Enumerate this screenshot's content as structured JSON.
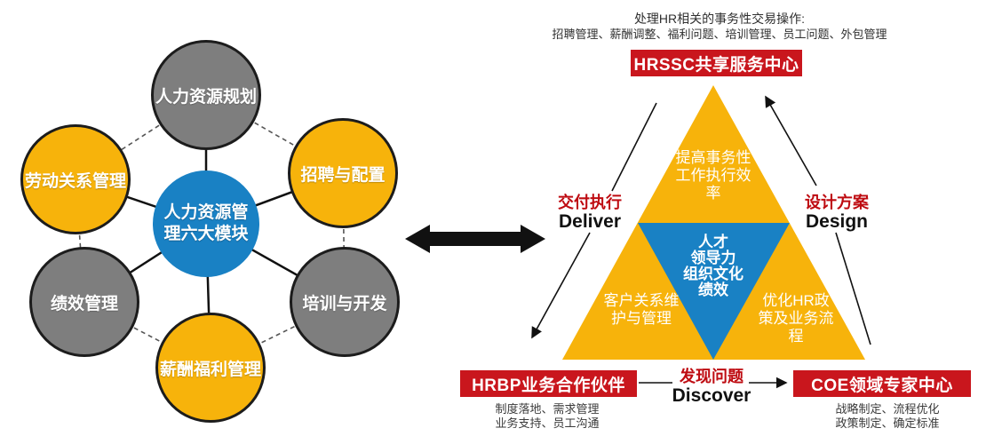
{
  "colors": {
    "yellow": "#f7b30b",
    "gray": "#7e7e7e",
    "blue": "#1981c4",
    "banner_red": "#c9161d",
    "label_red": "#be0b11",
    "line_black": "#111111"
  },
  "left_diagram": {
    "center_lines": [
      "人力资源管",
      "理六大模块"
    ],
    "nodes": [
      {
        "id": "hr-planning",
        "label": "人力资源规划",
        "color": "gray"
      },
      {
        "id": "recruitment",
        "label": "招聘与配置",
        "color": "yellow"
      },
      {
        "id": "training",
        "label": "培训与开发",
        "color": "gray"
      },
      {
        "id": "compensation",
        "label": "薪酬福利管理",
        "color": "yellow"
      },
      {
        "id": "performance",
        "label": "绩效管理",
        "color": "gray"
      },
      {
        "id": "labor-relations",
        "label": "劳动关系管理",
        "color": "yellow"
      }
    ]
  },
  "right_diagram": {
    "top_note_line1": "处理HR相关的事务性交易操作:",
    "top_note_line2": "招聘管理、薪酬调整、福利问题、培训管理、员工问题、外包管理",
    "hrssc_banner": "HRSSC共享服务中心",
    "hrbp_banner": "HRBP业务合作伙伴",
    "coe_banner": "COE领域专家中心",
    "deliver_zh": "交付执行",
    "deliver_en": "Deliver",
    "design_zh": "设计方案",
    "design_en": "Design",
    "discover_zh": "发现问题",
    "discover_en": "Discover",
    "pyramid_top_lines": [
      "提高事务性",
      "工作执行效",
      "率"
    ],
    "pyramid_core_lines": [
      "人才",
      "领导力",
      "组织文化",
      "绩效"
    ],
    "pyramid_left_lines": [
      "客户关系维",
      "护与管理"
    ],
    "pyramid_right_lines": [
      "优化HR政",
      "策及业务流",
      "程"
    ],
    "hrbp_note_line1": "制度落地、需求管理",
    "hrbp_note_line2": "业务支持、员工沟通",
    "coe_note_line1": "战略制定、流程优化",
    "coe_note_line2": "政策制定、确定标准"
  }
}
